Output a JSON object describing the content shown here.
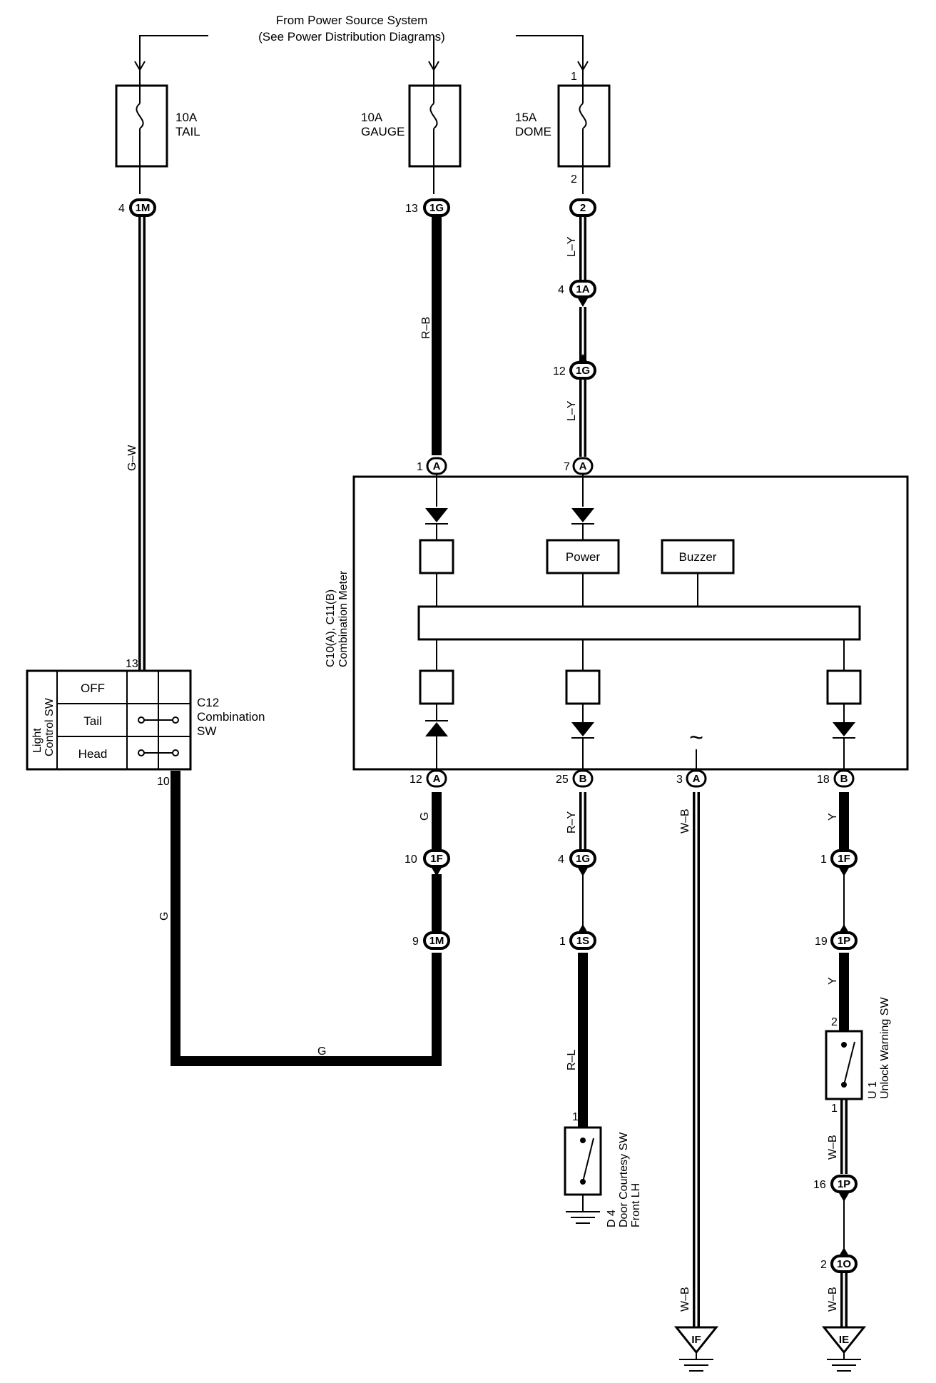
{
  "header": {
    "line1": "From Power Source System",
    "line2": "(See Power Distribution Diagrams)"
  },
  "fuses": [
    {
      "id": "tail",
      "rating": "10A",
      "name": "TAIL"
    },
    {
      "id": "gauge",
      "rating": "10A",
      "name": "GAUGE"
    },
    {
      "id": "dome",
      "rating": "15A",
      "name": "DOME"
    }
  ],
  "dome_pins": {
    "in": "1",
    "out": "2"
  },
  "connectors": {
    "tail_out": {
      "pin": "4",
      "code": "1M"
    },
    "gauge_out": {
      "pin": "13",
      "code": "1G"
    },
    "dome_out": {
      "pin": "2",
      "code": "2"
    },
    "dome_1a": {
      "pin": "4",
      "code": "1A"
    },
    "dome_1g": {
      "pin": "12",
      "code": "1G"
    },
    "meter_a1": {
      "pin": "1",
      "code": "A"
    },
    "meter_a7": {
      "pin": "7",
      "code": "A"
    },
    "meter_a12": {
      "pin": "12",
      "code": "A"
    },
    "meter_b25": {
      "pin": "25",
      "code": "B"
    },
    "meter_a3": {
      "pin": "3",
      "code": "A"
    },
    "meter_b18": {
      "pin": "18",
      "code": "B"
    },
    "g_1f": {
      "pin": "10",
      "code": "1F"
    },
    "g_1m": {
      "pin": "9",
      "code": "1M"
    },
    "ry_1g": {
      "pin": "4",
      "code": "1G"
    },
    "rl_1s": {
      "pin": "1",
      "code": "1S"
    },
    "y_1f": {
      "pin": "1",
      "code": "1F"
    },
    "y_1p": {
      "pin": "19",
      "code": "1P"
    },
    "wb_1p": {
      "pin": "16",
      "code": "1P"
    },
    "wb_1o": {
      "pin": "2",
      "code": "1O"
    }
  },
  "wires": {
    "gw": "G–W",
    "rb": "R–B",
    "ly1": "L–Y",
    "ly2": "L–Y",
    "g1": "G",
    "g2": "G",
    "g3": "G",
    "ry": "R–Y",
    "rl": "R–L",
    "wb1": "W–B",
    "wb2": "W–B",
    "y1": "Y",
    "y2": "Y",
    "wb3": "W–B",
    "wb4": "W–B"
  },
  "meter": {
    "label1": "C10(A), C11(B)",
    "label2": "Combination Meter",
    "power": "Power",
    "buzzer": "Buzzer",
    "tilde": "~"
  },
  "light_switch": {
    "side1": "Light",
    "side2": "Control SW",
    "rows": [
      "OFF",
      "Tail",
      "Head"
    ],
    "pin_top": "13",
    "pin_bottom": "10",
    "code": "C12",
    "name1": "Combination",
    "name2": "SW"
  },
  "door_switch": {
    "pin": "1",
    "code": "D 4",
    "name1": "Door Courtesy SW",
    "name2": "Front LH"
  },
  "unlock_switch": {
    "pin_top": "2",
    "pin_bottom": "1",
    "code": "U 1",
    "name": "Unlock Warning SW"
  },
  "grounds": [
    {
      "id": "IF",
      "label": "IF"
    },
    {
      "id": "IE",
      "label": "IE"
    }
  ]
}
